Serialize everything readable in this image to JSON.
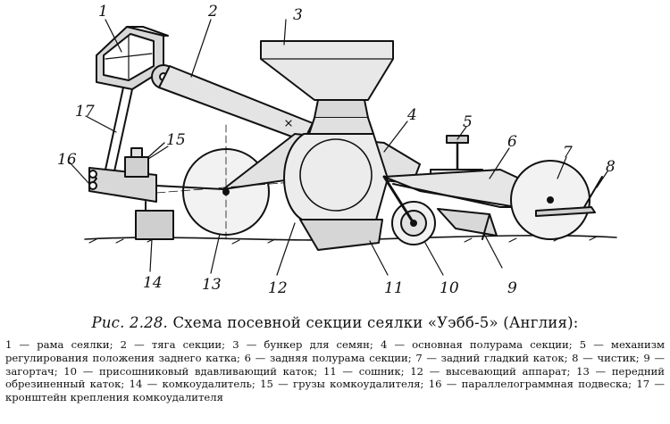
{
  "figure": {
    "callouts": [
      "1",
      "2",
      "3",
      "4",
      "5",
      "6",
      "7",
      "8",
      "9",
      "10",
      "11",
      "12",
      "13",
      "14",
      "15",
      "16",
      "17"
    ]
  },
  "caption": {
    "fig_number": "Рис. 2.28.",
    "title": "Схема посевной секции сеялки «Уэбб-5» (Англия):"
  },
  "legend": [
    "1 — рама сеялки;",
    "2 — тяга секции;",
    "3 — бункер для семян;",
    "4 — основная полурама секции;",
    "5 — механизм регулирования положения заднего катка;",
    "6 — задняя полурама секции;",
    "7 — задний гладкий каток;",
    "8 — чистик;",
    "9 — загортач;",
    "10 — присошниковый вдавливающий каток;",
    "11 — сошник;",
    "12 — высевающий аппарат;",
    "13 — передний обрезиненный каток;",
    "14 — комкоудалитель;",
    "15 — грузы комкоудалителя;",
    "16 — параллелограммная подвеска;",
    "17 — кронштейн крепления комкоудалителя"
  ]
}
